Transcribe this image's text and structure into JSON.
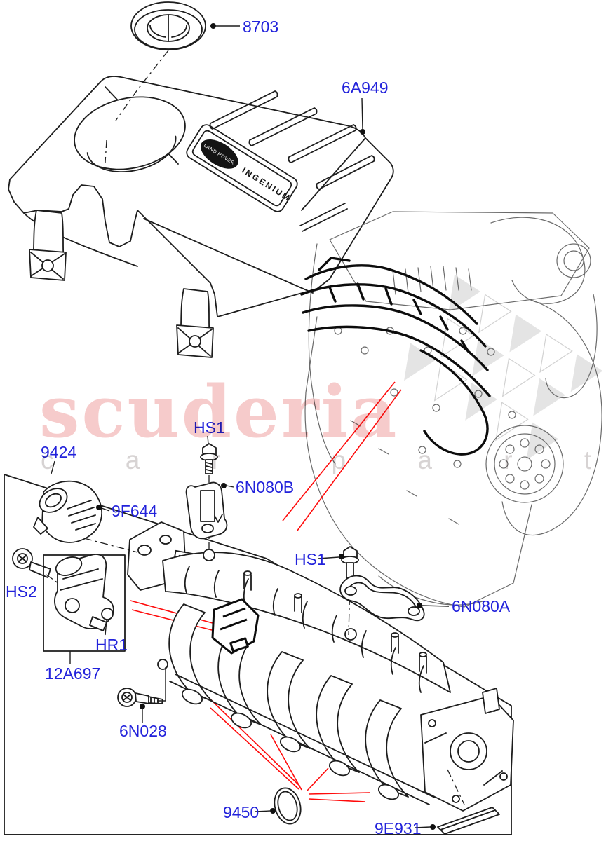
{
  "diagram": {
    "part_labels": [
      {
        "id": "8703",
        "text": "8703"
      },
      {
        "id": "6A949",
        "text": "6A949"
      },
      {
        "id": "HS1-top",
        "text": "HS1"
      },
      {
        "id": "6N080B",
        "text": "6N080B"
      },
      {
        "id": "9424",
        "text": "9424"
      },
      {
        "id": "9F644",
        "text": "9F644"
      },
      {
        "id": "HS2",
        "text": "HS2"
      },
      {
        "id": "HR1",
        "text": "HR1"
      },
      {
        "id": "12A697",
        "text": "12A697"
      },
      {
        "id": "6N028",
        "text": "6N028"
      },
      {
        "id": "HS1-right",
        "text": "HS1"
      },
      {
        "id": "6N080A",
        "text": "6N080A"
      },
      {
        "id": "9450",
        "text": "9450"
      },
      {
        "id": "9E931",
        "text": "9E931"
      }
    ],
    "badge": {
      "brand": "LAND ROVER",
      "engine": "INGENIUM"
    },
    "watermark": {
      "word": "scuderia",
      "letters": "c a r  p a r t s"
    },
    "colors": {
      "label_blue": "#2222DB",
      "leader_red": "#FF0B0B",
      "watermark_pink": "#F3C7C7",
      "watermark_gray": "#D8D8D8",
      "line_black": "#1D1D1D",
      "engine_gray": "#6A6A6A",
      "background": "#FFFFFF"
    }
  }
}
